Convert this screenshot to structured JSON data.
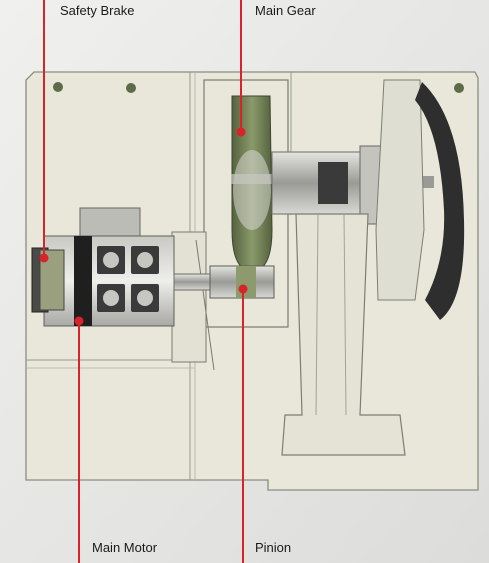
{
  "labels": {
    "safety_brake": "Safety Brake",
    "main_gear": "Main Gear",
    "main_motor": "Main Motor",
    "pinion": "Pinion"
  },
  "colors": {
    "callout": "#d8232a",
    "frame": "#e6e5d7",
    "frame_stroke": "#8f8f84",
    "gear_green": "#6f7f57",
    "metal": "#b8b8b4",
    "dark": "#2d2d2d"
  }
}
